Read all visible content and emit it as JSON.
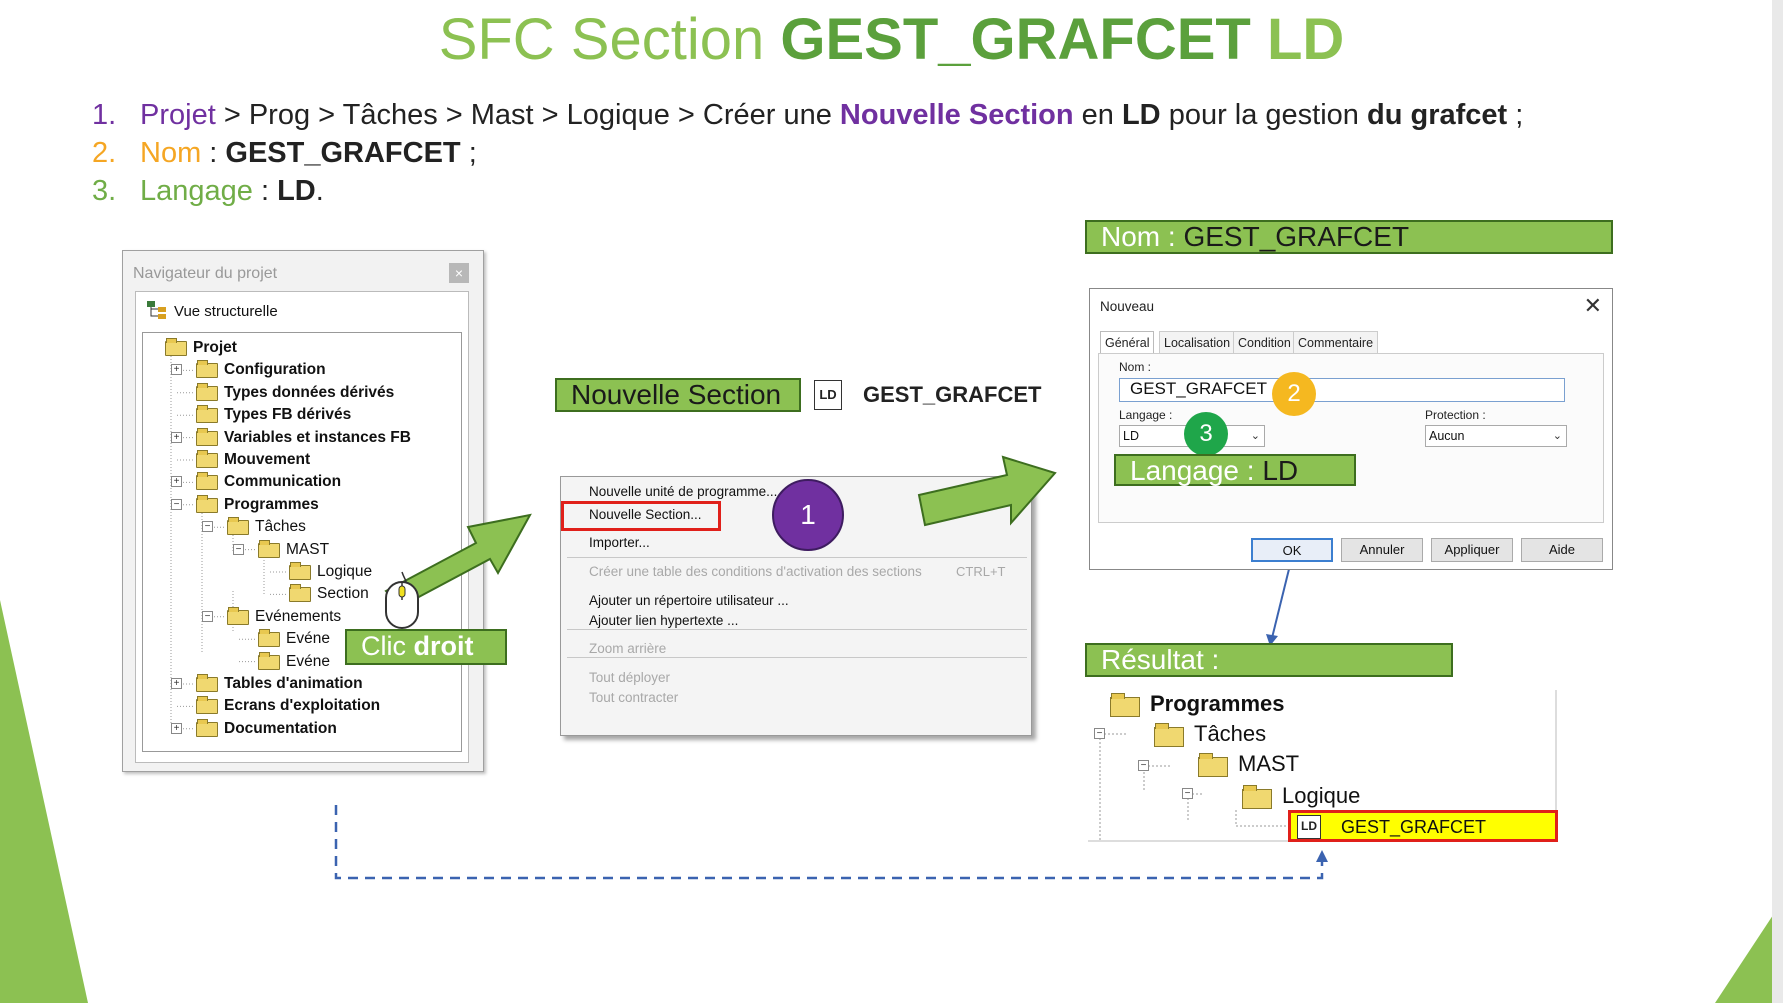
{
  "colors": {
    "accent_green": "#8cc152",
    "dark_green": "#5ba03c",
    "purple": "#7030a0",
    "orange": "#f5a623",
    "step_green": "#70ad47",
    "highlight_red": "#e0201a",
    "result_yellow": "#ffff00"
  },
  "title": {
    "part1": "SFC Section ",
    "part2": "GEST_GRAFCET",
    "part3": " LD"
  },
  "steps": [
    {
      "num": "1.",
      "segments": [
        {
          "text": "Projet",
          "style": "purple"
        },
        {
          "text": " > Prog > Tâches > Mast > Logique > Créer une ",
          "style": ""
        },
        {
          "text": "Nouvelle Section",
          "style": "purple b"
        },
        {
          "text": " en ",
          "style": ""
        },
        {
          "text": "LD",
          "style": "b"
        },
        {
          "text": " pour la gestion ",
          "style": ""
        },
        {
          "text": "du grafcet",
          "style": "b"
        },
        {
          "text": " ;",
          "style": ""
        }
      ]
    },
    {
      "num": "2.",
      "segments": [
        {
          "text": "Nom",
          "style": "orange"
        },
        {
          "text": " : ",
          "style": ""
        },
        {
          "text": "GEST_GRAFCET",
          "style": "b"
        },
        {
          "text": " ;",
          "style": ""
        }
      ]
    },
    {
      "num": "3.",
      "segments": [
        {
          "text": "Langage",
          "style": "green"
        },
        {
          "text": " : ",
          "style": ""
        },
        {
          "text": "LD",
          "style": "b"
        },
        {
          "text": ".",
          "style": ""
        }
      ]
    }
  ],
  "navigator": {
    "title": "Navigateur du projet",
    "close": "×",
    "view": "Vue structurelle",
    "tree": [
      {
        "label": "Projet",
        "bold": true,
        "level": 0,
        "expander": ""
      },
      {
        "label": "Configuration",
        "bold": true,
        "level": 1,
        "expander": "+"
      },
      {
        "label": "Types données dérivés",
        "bold": true,
        "level": 1,
        "expander": ""
      },
      {
        "label": "Types FB dérivés",
        "bold": true,
        "level": 1,
        "expander": ""
      },
      {
        "label": "Variables et instances FB",
        "bold": true,
        "level": 1,
        "expander": "+"
      },
      {
        "label": "Mouvement",
        "bold": true,
        "level": 1,
        "expander": ""
      },
      {
        "label": "Communication",
        "bold": true,
        "level": 1,
        "expander": "+"
      },
      {
        "label": "Programmes",
        "bold": true,
        "level": 1,
        "expander": "−"
      },
      {
        "label": "Tâches",
        "bold": false,
        "level": 2,
        "expander": "−"
      },
      {
        "label": "MAST",
        "bold": false,
        "level": 3,
        "expander": "−"
      },
      {
        "label": "Logique",
        "bold": false,
        "level": 4,
        "expander": ""
      },
      {
        "label": "Section",
        "bold": false,
        "level": 4,
        "expander": ""
      },
      {
        "label": "Evénements",
        "bold": false,
        "level": 2,
        "expander": "−"
      },
      {
        "label": "Evéne",
        "bold": false,
        "level": 3,
        "expander": ""
      },
      {
        "label": "Evéne",
        "bold": false,
        "level": 3,
        "expander": ""
      },
      {
        "label": "Tables d'animation",
        "bold": true,
        "level": 1,
        "expander": "+"
      },
      {
        "label": "Ecrans d'exploitation",
        "bold": true,
        "level": 1,
        "expander": ""
      },
      {
        "label": "Documentation",
        "bold": true,
        "level": 1,
        "expander": "+"
      }
    ]
  },
  "clic_label": {
    "part1": "Clic ",
    "part2": "droit"
  },
  "nouvelle_section_label": "Nouvelle Section",
  "ld_icon_text": "LD",
  "gest_grafcet_text": "GEST_GRAFCET",
  "context_menu": {
    "items": [
      {
        "label": "Nouvelle unité de programme...",
        "disabled": false
      },
      {
        "label": "Nouvelle Section...",
        "disabled": false
      },
      {
        "label": "Importer...",
        "disabled": false
      },
      {
        "label": "Créer une table des conditions d'activation des sections",
        "disabled": true,
        "shortcut": "CTRL+T"
      },
      {
        "label": "Ajouter un répertoire utilisateur ...",
        "disabled": false
      },
      {
        "label": "Ajouter lien hypertexte ...",
        "disabled": false
      },
      {
        "label": "Zoom arrière",
        "disabled": true
      },
      {
        "label": "Tout déployer",
        "disabled": true
      },
      {
        "label": "Tout contracter",
        "disabled": true
      }
    ]
  },
  "badges": {
    "one": "1",
    "two": "2",
    "three": "3"
  },
  "nom_label": {
    "prefix": "Nom : ",
    "value": "GEST_GRAFCET"
  },
  "dialog": {
    "title": "Nouveau",
    "close": "✕",
    "tabs": [
      "Général",
      "Localisation",
      "Condition",
      "Commentaire"
    ],
    "nom_label": "Nom :",
    "nom_value": "GEST_GRAFCET",
    "langage_label": "Langage :",
    "langage_value": "LD",
    "protection_label": "Protection :",
    "protection_value": "Aucun",
    "buttons": {
      "ok": "OK",
      "annuler": "Annuler",
      "appliquer": "Appliquer",
      "aide": "Aide"
    }
  },
  "langage_label": {
    "prefix": "Langage : ",
    "value": "LD"
  },
  "resultat_label": "Résultat :",
  "result_tree": [
    {
      "label": "Programmes",
      "bold": true
    },
    {
      "label": "Tâches",
      "bold": false
    },
    {
      "label": "MAST",
      "bold": false
    },
    {
      "label": "Logique",
      "bold": false
    }
  ],
  "result_item": {
    "icon": "LD",
    "label": "GEST_GRAFCET"
  }
}
